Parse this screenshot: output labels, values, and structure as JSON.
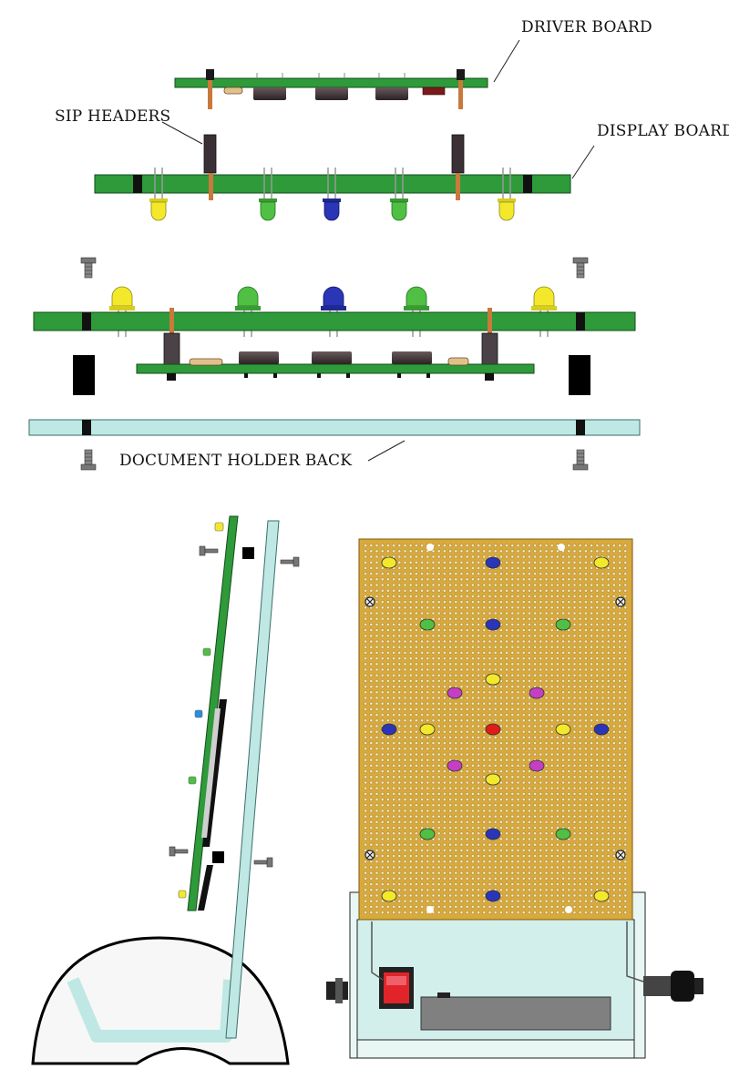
{
  "labels": {
    "driver_board": "DRIVER BOARD",
    "sip_headers": "SIP HEADERS",
    "display_board": "DISPLAY BOARD",
    "document_holder_back": "DOCUMENT HOLDER BACK"
  },
  "colors": {
    "pcb_green": "#2e9a3a",
    "pcb_dark": "#1f6e27",
    "acrylic": "#bfe8e4",
    "perfboard": "#d8a93b",
    "led_yellow": "#f3e92a",
    "led_green": "#4fc043",
    "led_blue": "#2a35b8",
    "led_magenta": "#c53ec4",
    "led_red": "#e01b1b",
    "switch_red": "#e0242a"
  },
  "display_leds": [
    "yellow",
    "green",
    "blue",
    "green",
    "yellow"
  ],
  "front_view_leds": [
    [
      "yellow",
      "",
      "",
      "",
      "blue",
      "",
      "",
      "",
      "yellow"
    ],
    [
      "",
      "",
      "green",
      "",
      "blue",
      "",
      "green",
      "",
      ""
    ],
    [
      "",
      "",
      "",
      "magenta",
      "yellow",
      "magenta",
      "",
      "",
      ""
    ],
    [
      "blue",
      "",
      "yellow",
      "",
      "red",
      "",
      "yellow",
      "",
      "blue"
    ],
    [
      "",
      "",
      "",
      "magenta",
      "yellow",
      "magenta",
      "",
      "",
      ""
    ],
    [
      "",
      "",
      "green",
      "",
      "blue",
      "",
      "green",
      "",
      ""
    ],
    [
      "yellow",
      "",
      "",
      "",
      "blue",
      "",
      "",
      "",
      "yellow"
    ]
  ]
}
